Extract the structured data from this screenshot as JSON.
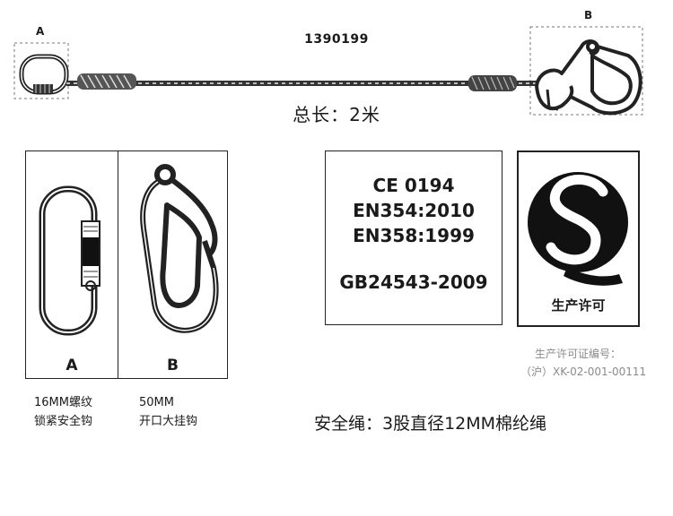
{
  "product_code": "1390199",
  "top_labels": {
    "a": "A",
    "b": "B"
  },
  "total_length": "总长：2米",
  "panel_a": {
    "letter": "A",
    "caption_line1": "16MM螺纹",
    "caption_line2": "锁紧安全钩"
  },
  "panel_b": {
    "letter": "B",
    "caption_line1": "50MM",
    "caption_line2": "开口大挂钩"
  },
  "standards": [
    "CE 0194",
    "EN354:2010",
    "EN358:1999",
    "GB24543-2009"
  ],
  "qs_mark": {
    "label": "生产许可"
  },
  "license": {
    "title": "生产许可证编号：",
    "number": "（沪）XK-02-001-00111"
  },
  "rope_description": "安全绳：3股直径12MM棉纶绳"
}
